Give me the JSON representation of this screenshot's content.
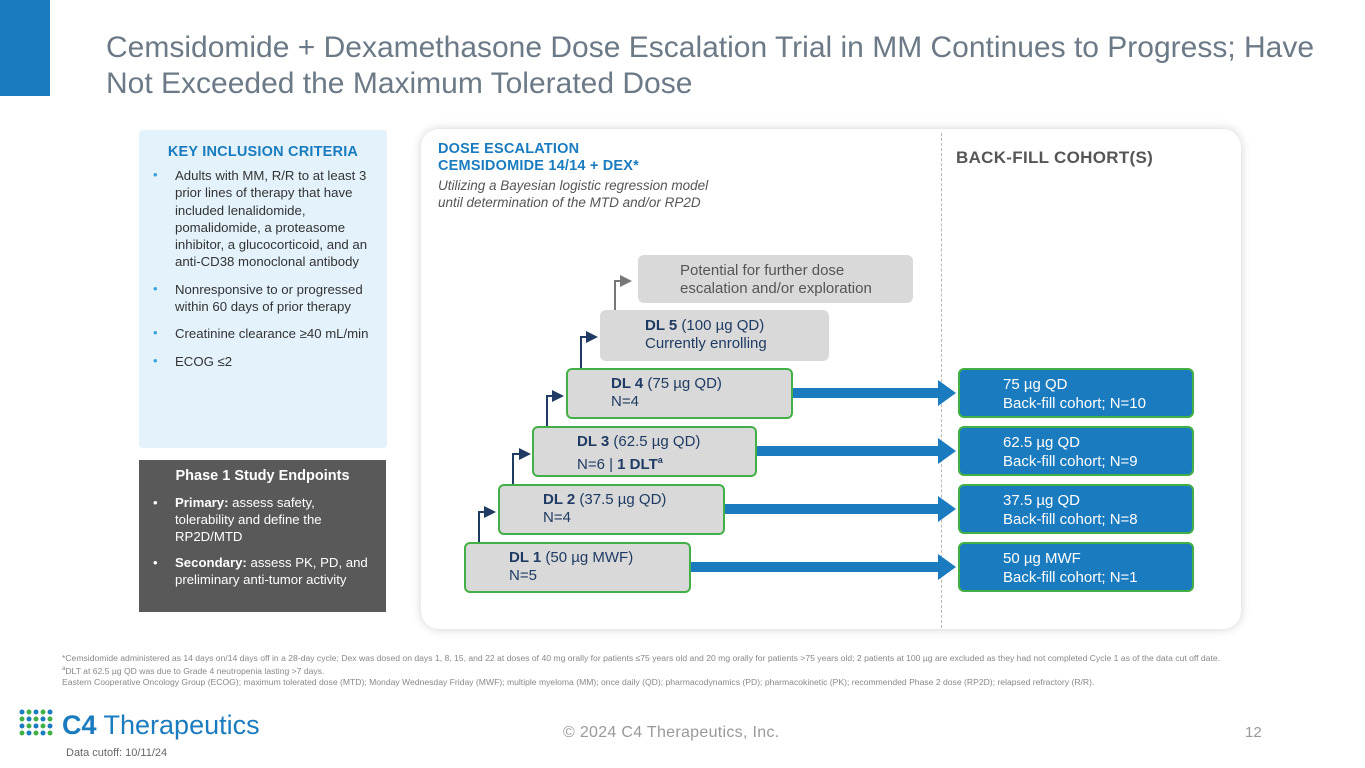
{
  "title": "Cemsidomide + Dexamethasone Dose Escalation Trial in MM Continues to Progress; Have Not Exceeded the Maximum Tolerated Dose",
  "colors": {
    "brand_blue": "#1a7bbf",
    "green_outline": "#43b047",
    "gray_box": "#d9d9d9",
    "dark_panel": "#595959",
    "light_panel": "#e3f2fb"
  },
  "inclusion": {
    "heading": "KEY INCLUSION CRITERIA",
    "bullet": "•",
    "items": [
      "Adults with MM, R/R to at least 3 prior lines of therapy that have included lenalidomide, pomalidomide, a proteasome inhibitor, a glucocorticoid, and an anti-CD38 monoclonal antibody",
      "Nonresponsive to or progressed within 60 days of prior therapy",
      "Creatinine clearance ≥40 mL/min",
      "ECOG ≤2"
    ]
  },
  "endpoints": {
    "heading": "Phase 1 Study Endpoints",
    "bullet": "•",
    "primary_label": "Primary:",
    "primary_text": " assess safety, tolerability and define the RP2D/MTD",
    "secondary_label": "Secondary:",
    "secondary_text": " assess PK, PD, and preliminary anti-tumor activity"
  },
  "escalation": {
    "heading1": "DOSE ESCALATION",
    "heading2": "CEMSIDOMIDE 14/14 + DEX*",
    "subtitle_line1": "Utilizing a Bayesian logistic regression model",
    "subtitle_line2": "until determination of the MTD and/or RP2D",
    "further_line1": "Potential for further dose",
    "further_line2": "escalation and/or exploration",
    "dl5_label": "DL 5",
    "dl5_dose": " (100 µg QD)",
    "dl5_status": "Currently enrolling",
    "levels": {
      "dl4": {
        "label": "DL 4",
        "dose": " (75 µg QD)",
        "n": "N=4"
      },
      "dl3": {
        "label": "DL 3",
        "dose": " (62.5 µg QD)",
        "n": "N=6 | ",
        "dlt": "1 DLT",
        "dlt_sup": "a"
      },
      "dl2": {
        "label": "DL 2",
        "dose": " (37.5 µg QD)",
        "n": "N=4"
      },
      "dl1": {
        "label": "DL 1",
        "dose": " (50 µg MWF)",
        "n": "N=5"
      }
    }
  },
  "backfill": {
    "heading": "BACK-FILL COHORT(S)",
    "cohorts": [
      {
        "dose": "75 µg QD",
        "detail": "Back-fill cohort; N=10"
      },
      {
        "dose": "62.5 µg QD",
        "detail": "Back-fill cohort; N=9"
      },
      {
        "dose": "37.5 µg QD",
        "detail": "Back-fill cohort; N=8"
      },
      {
        "dose": "50 µg MWF",
        "detail": "Back-fill cohort; N=1"
      }
    ]
  },
  "footnotes": {
    "line1": "*Cemsidomide administered as 14 days on/14 days off in a 28-day cycle; Dex was dosed on days 1, 8, 15, and 22 at doses of 40 mg orally for patients ≤75 years old and 20 mg orally for patients >75 years old; 2 patients at 100 µg are excluded as they had not completed Cycle 1 as of the data cut off date.",
    "line2_sup": "a",
    "line2": "DLT at 62.5 µg QD was due to Grade 4 neutropenia lasting >7 days.",
    "line3": "Eastern Cooperative Oncology Group (ECOG); maximum tolerated dose (MTD); Monday Wednesday Friday (MWF); multiple myeloma (MM); once daily (QD); pharmacodynamics (PD); pharmacokinetic (PK); recommended Phase 2 dose (RP2D); relapsed refractory (R/R)."
  },
  "logo": {
    "c4": "C4",
    "name": " Therapeutics"
  },
  "data_cutoff": "Data cutoff: 10/11/24",
  "copyright": "© 2024 C4 Therapeutics, Inc.",
  "page_number": "12"
}
